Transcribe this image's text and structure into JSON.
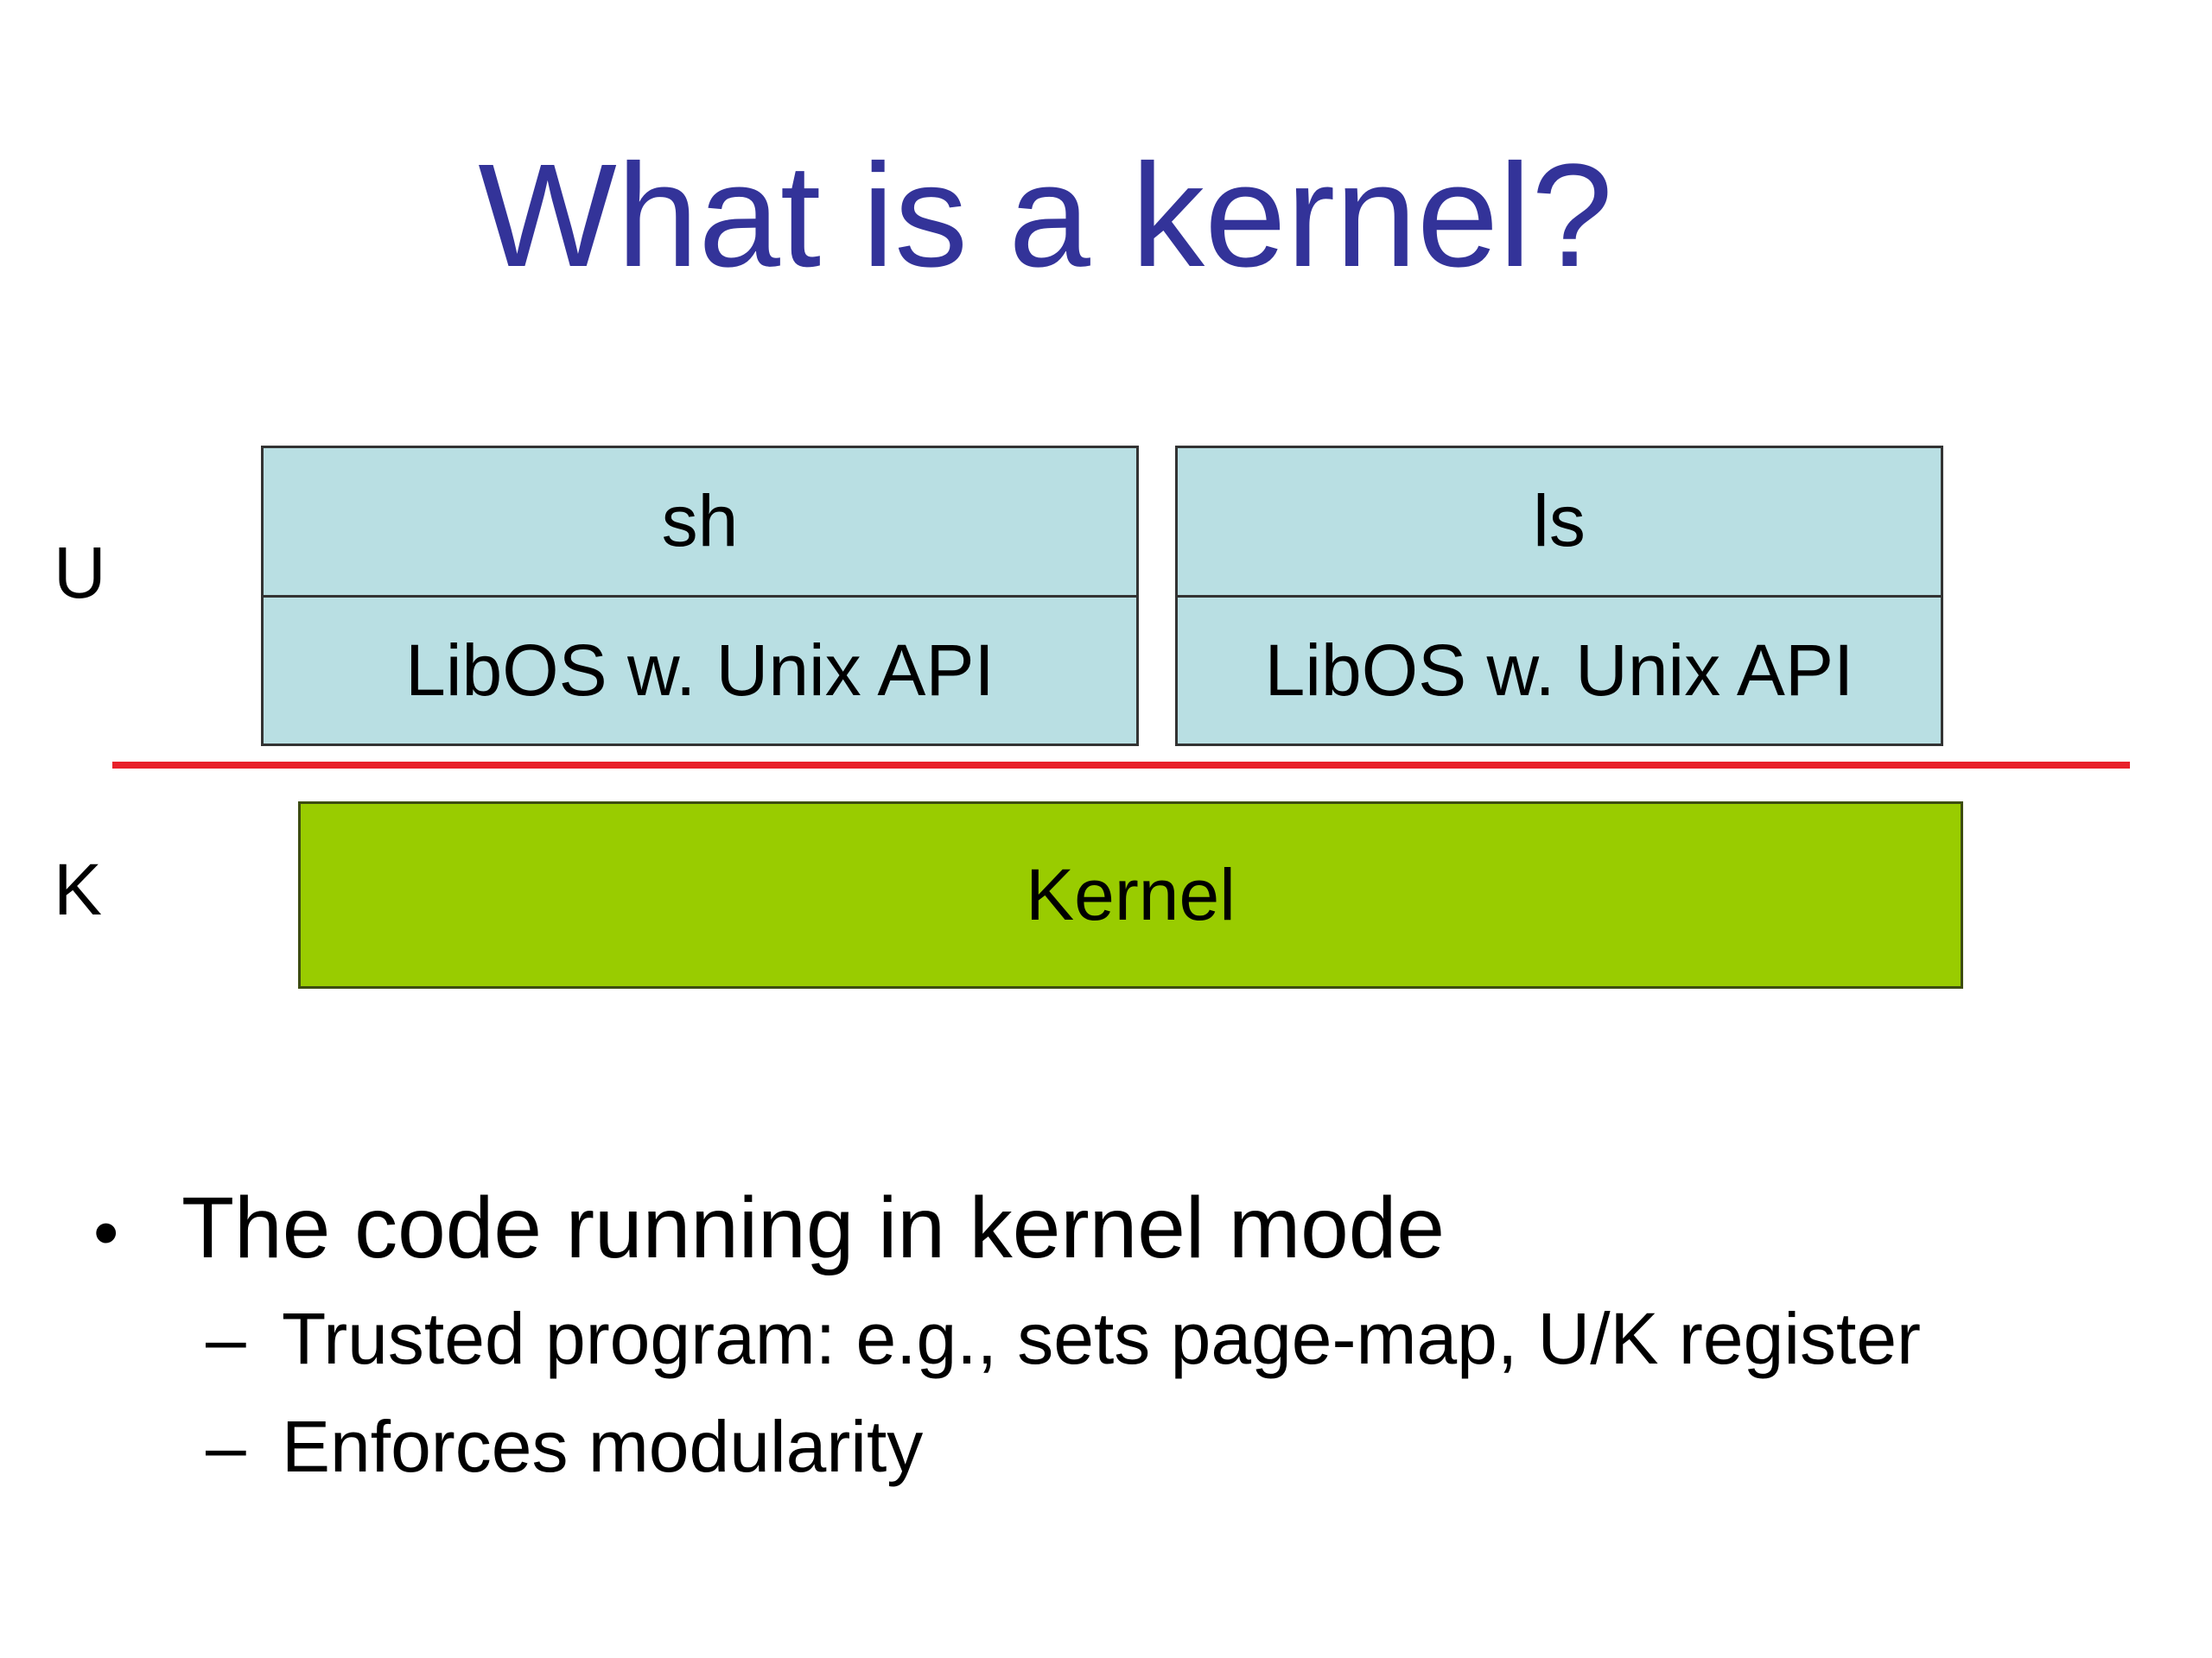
{
  "title": "What is a kernel?",
  "mode_labels": {
    "user": "U",
    "kernel": "K"
  },
  "user_stacks": [
    {
      "program": "sh",
      "library": "LibOS w. Unix API"
    },
    {
      "program": "ls",
      "library": "LibOS w. Unix API"
    }
  ],
  "kernel_label": "Kernel",
  "colors": {
    "title": "#333399",
    "user_box": "#b9dfe3",
    "kernel_box": "#99cc00",
    "boundary_line": "#e8202a"
  },
  "bullets": {
    "main": {
      "marker": "•",
      "text": "The code running in kernel mode"
    },
    "sub": [
      {
        "marker": "–",
        "text": "Trusted program: e.g., sets page-map, U/K register"
      },
      {
        "marker": "–",
        "text": "Enforces modularity"
      }
    ]
  }
}
